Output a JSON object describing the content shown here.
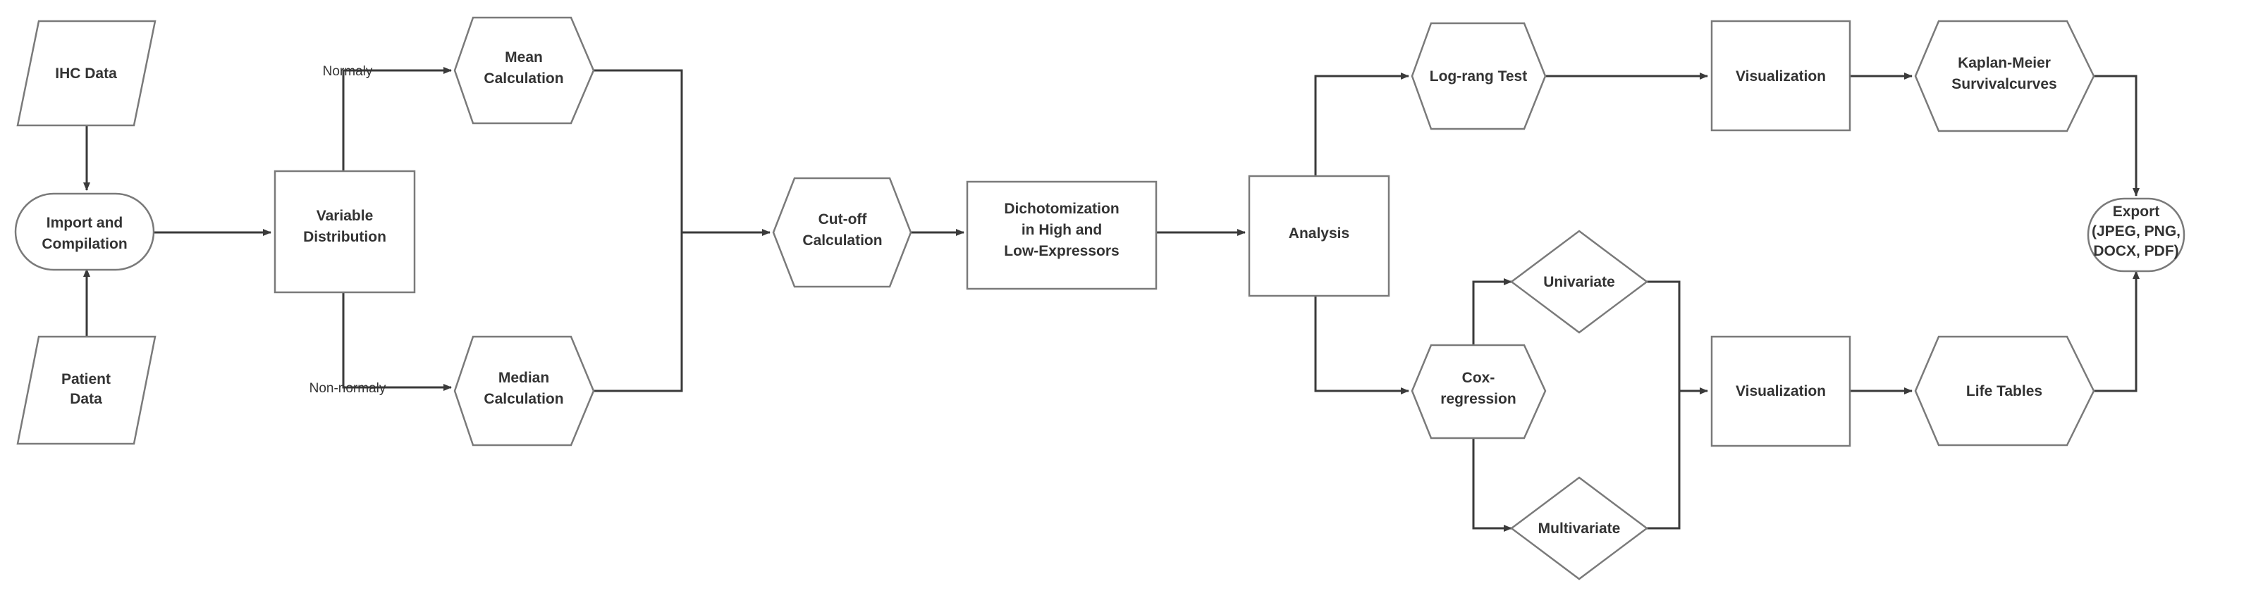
{
  "nodes": {
    "ihc_data": [
      "IHC Data"
    ],
    "patient_data": [
      "Patient",
      "Data"
    ],
    "import_compilation": [
      "Import and",
      "Compilation"
    ],
    "variable_distribution": [
      "Variable",
      "Distribution"
    ],
    "mean_calculation": [
      "Mean",
      "Calculation"
    ],
    "median_calculation": [
      "Median",
      "Calculation"
    ],
    "cutoff_calculation": [
      "Cut-off",
      "Calculation"
    ],
    "dichotomization": [
      "Dichotomization",
      "in High and",
      "Low-Expressors"
    ],
    "analysis": [
      "Analysis"
    ],
    "log_rank_test": [
      "Log-rang Test"
    ],
    "visualization_top": [
      "Visualization"
    ],
    "kaplan_meier": [
      "Kaplan-Meier",
      "Survivalcurves"
    ],
    "cox_regression": [
      "Cox-",
      "regression"
    ],
    "univariate": [
      "Univariate"
    ],
    "multivariate": [
      "Multivariate"
    ],
    "visualization_bottom": [
      "Visualization"
    ],
    "life_tables": [
      "Life Tables"
    ],
    "export": [
      "Export",
      "(JPEG, PNG,",
      "DOCX, PDF)"
    ]
  },
  "edge_labels": {
    "normaly": "Normaly",
    "non_normaly": "Non-normaly"
  }
}
